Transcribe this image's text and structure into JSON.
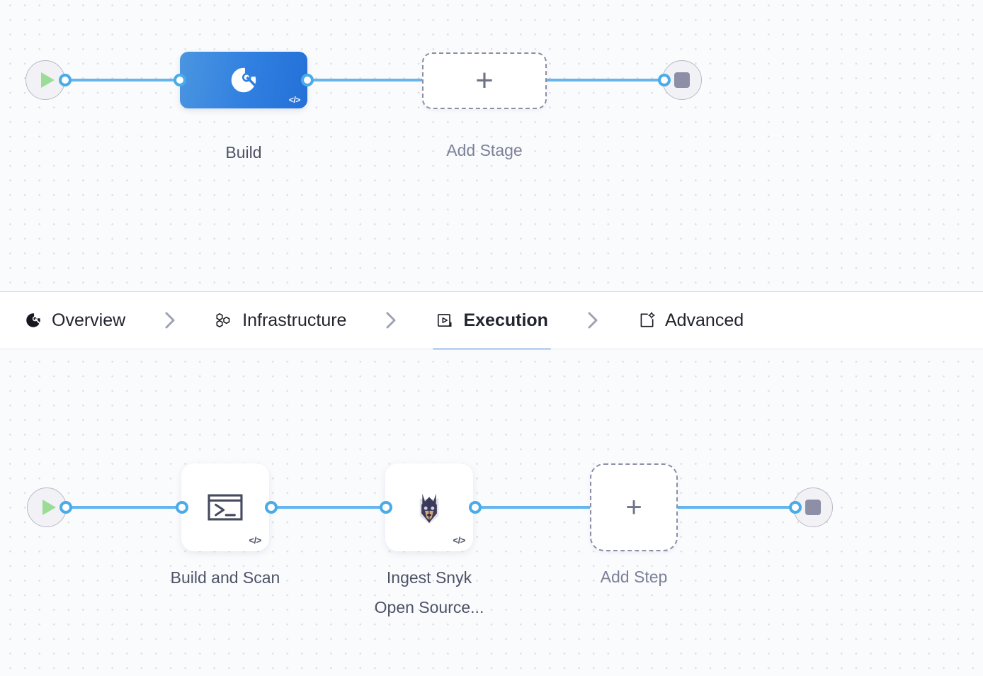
{
  "canvas": {
    "background_color": "#fafbfd",
    "dot_color": "#dcdfe8",
    "connector_color": "#65b6ef",
    "port_color": "#4aabe8"
  },
  "stage_row": {
    "start_node": {
      "name": "Start",
      "icon": "play-icon"
    },
    "end_node": {
      "name": "End",
      "icon": "stop-icon"
    },
    "stages": [
      {
        "label": "Build",
        "icon": "build-stage-icon",
        "badge": "</>",
        "selected": true,
        "accent": "#2f7fe0"
      }
    ],
    "add_stage": {
      "label": "Add Stage",
      "icon": "plus-icon"
    }
  },
  "tabs": {
    "items": [
      {
        "label": "Overview",
        "icon": "overview-pie-icon",
        "active": false
      },
      {
        "label": "Infrastructure",
        "icon": "hexagon-cluster-icon",
        "active": false
      },
      {
        "label": "Execution",
        "icon": "play-box-icon",
        "active": true
      },
      {
        "label": "Advanced",
        "icon": "gear-box-icon",
        "active": false
      }
    ],
    "separator_icon": "chevron-right-icon",
    "active_underline_color": "#2a6fd6"
  },
  "step_row": {
    "start_node": {
      "name": "Start",
      "icon": "play-icon"
    },
    "end_node": {
      "name": "End",
      "icon": "stop-icon"
    },
    "steps": [
      {
        "label": "Build and Scan",
        "icon": "terminal-icon",
        "badge": "</>"
      },
      {
        "label": "Ingest Snyk\nOpen Source...",
        "icon": "snyk-dog-icon",
        "badge": "</>"
      }
    ],
    "add_step": {
      "label": "Add Step",
      "icon": "plus-icon"
    }
  }
}
